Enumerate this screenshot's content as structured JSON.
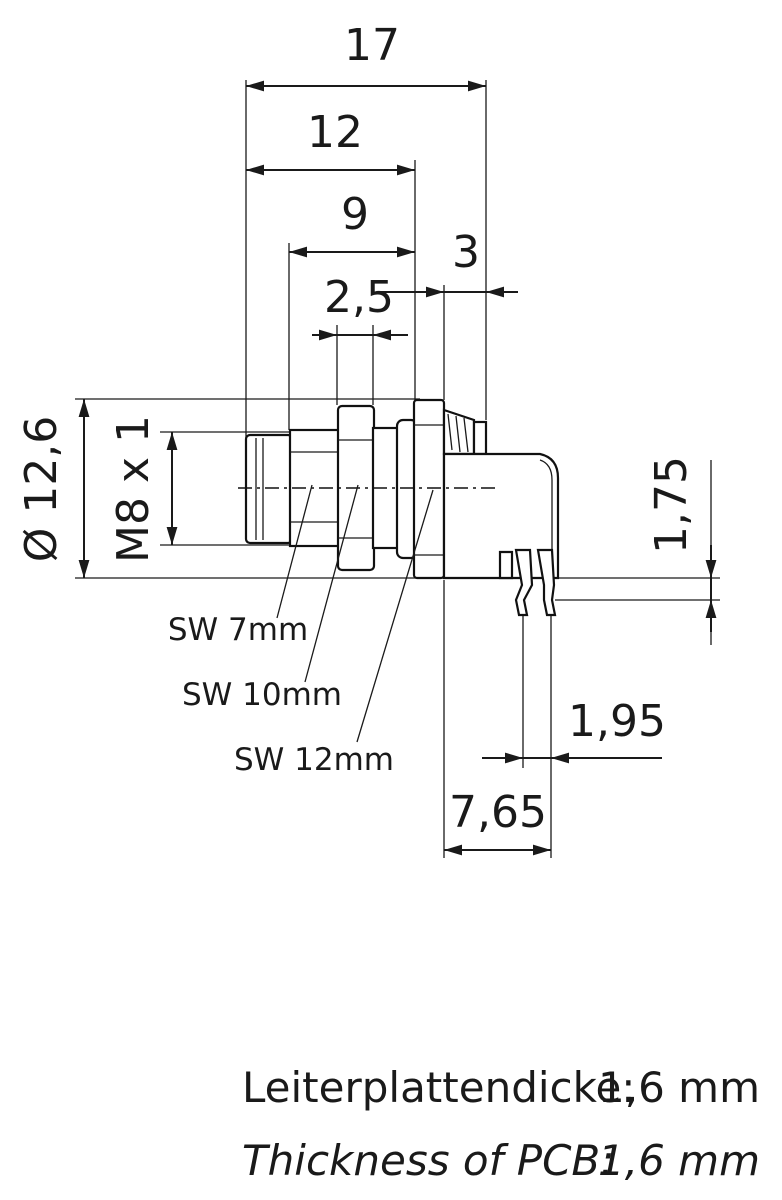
{
  "dimensions": {
    "d17": "17",
    "d12": "12",
    "d9": "9",
    "d3": "3",
    "d25": "2,5",
    "diameter": "Ø 12,6",
    "thread": "M8 x 1",
    "d175": "1,75",
    "d195": "1,95",
    "d765": "7,65"
  },
  "callouts": {
    "sw7": "SW 7mm",
    "sw10": "SW 10mm",
    "sw12": "SW 12mm"
  },
  "footer": {
    "label_de": "Leiterplattendicke:",
    "value_de": "1,6 mm",
    "label_en": "Thickness of PCB:",
    "value_en": "1,6 mm"
  }
}
